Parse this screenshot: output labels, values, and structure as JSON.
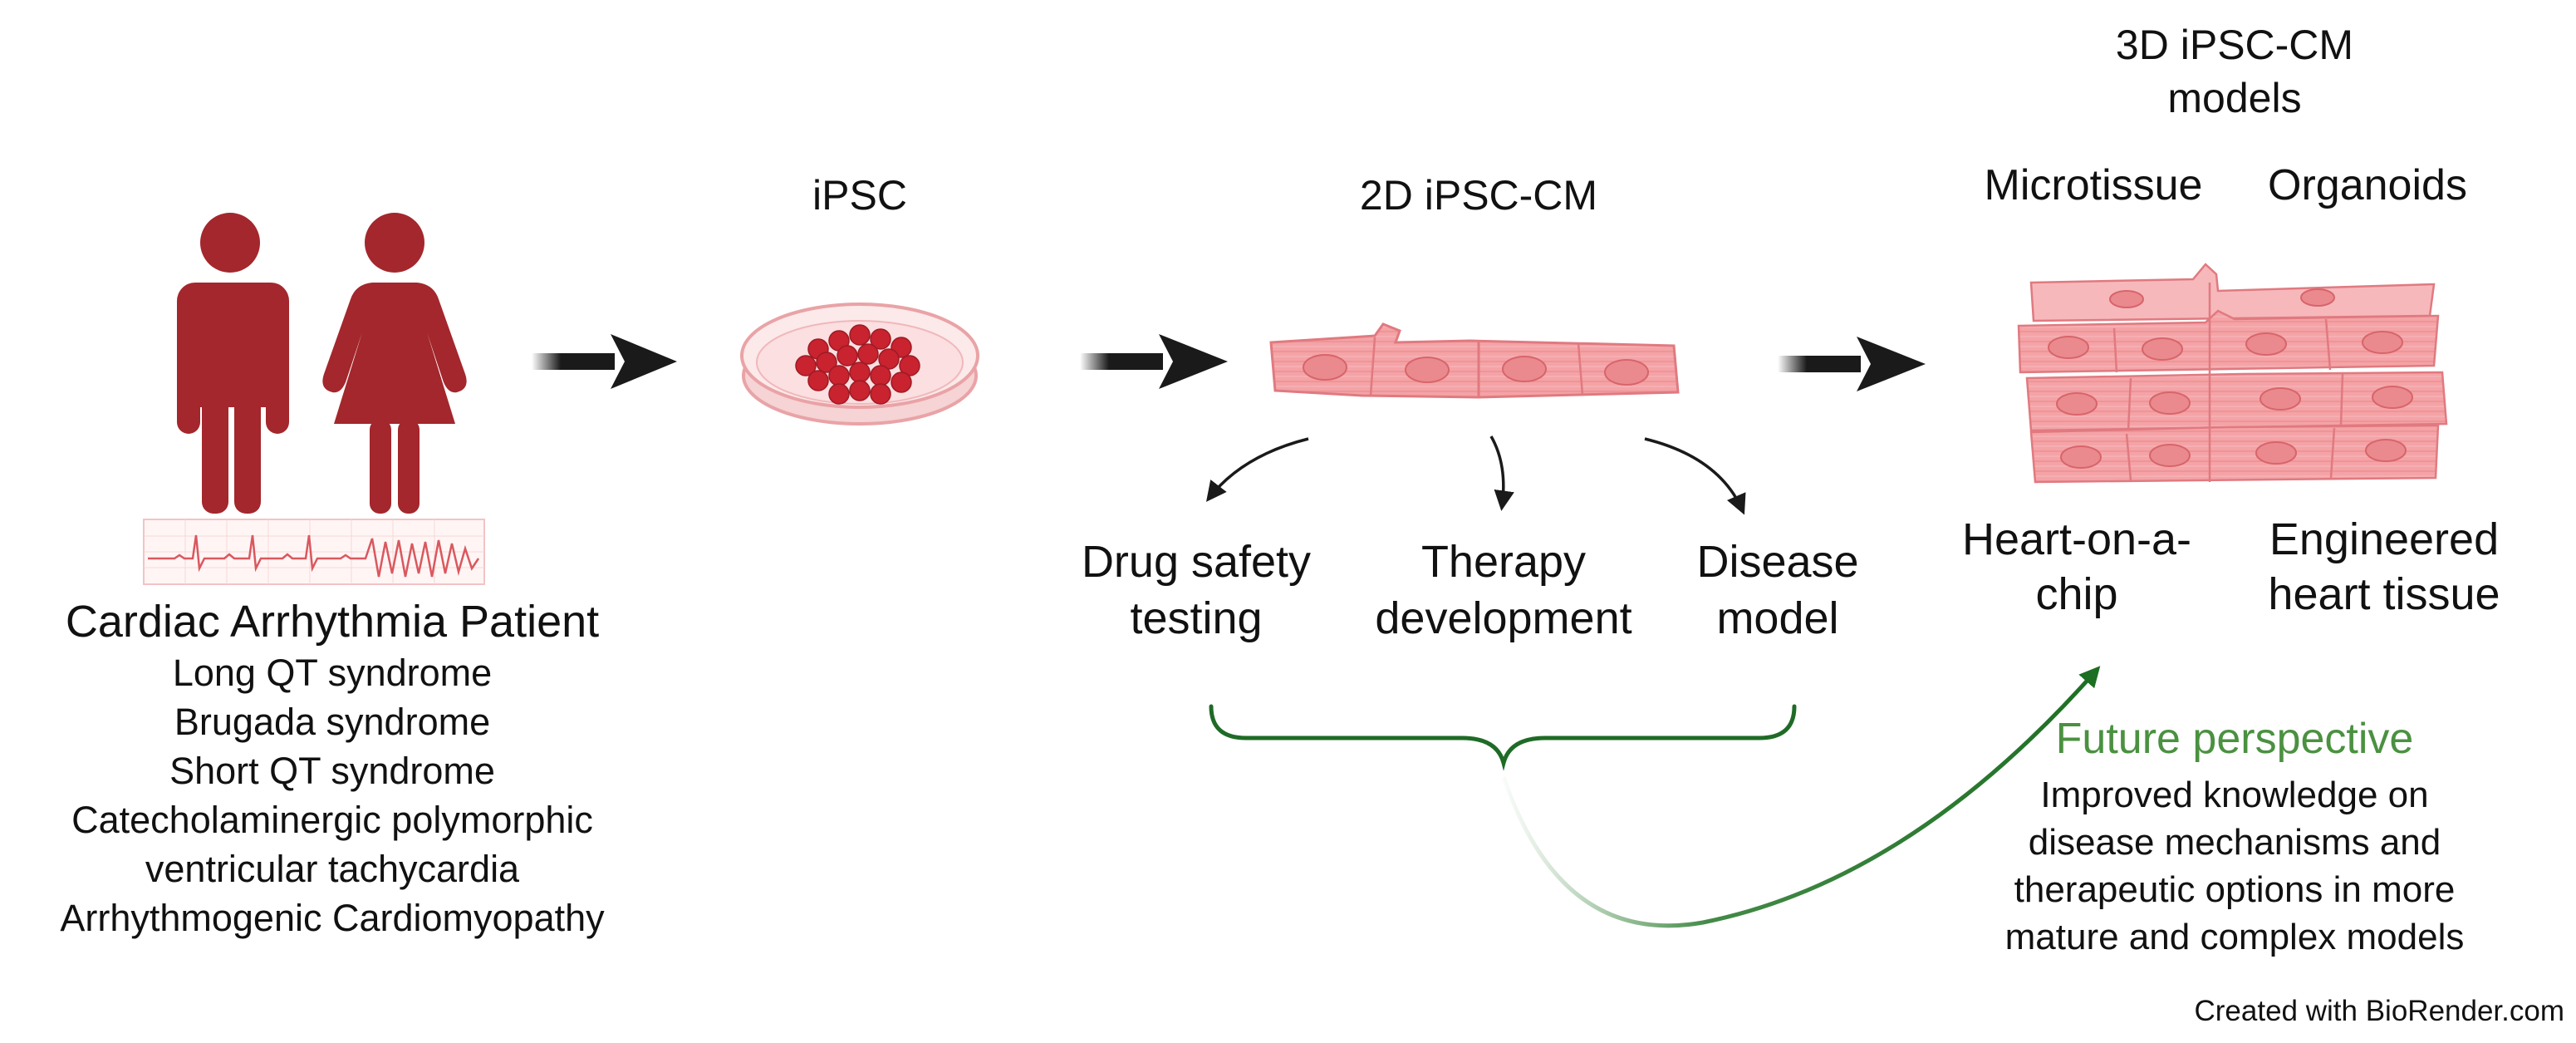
{
  "patient": {
    "title": "Cardiac Arrhythmia Patient",
    "conditions": [
      "Long QT syndrome",
      "Brugada syndrome",
      "Short QT syndrome",
      "Catecholaminergic polymorphic",
      "ventricular tachycardia",
      "Arrhythmogenic Cardiomyopathy"
    ]
  },
  "steps": {
    "ipsc": "iPSC",
    "cm2d": "2D iPSC-CM"
  },
  "applications": {
    "drug": [
      "Drug safety",
      "testing"
    ],
    "therapy": [
      "Therapy",
      "development"
    ],
    "disease": [
      "Disease",
      "model"
    ]
  },
  "models3d": {
    "title": [
      "3D iPSC-CM",
      "models"
    ],
    "microtissue": "Microtissue",
    "organoids": "Organoids",
    "heart_chip": [
      "Heart-on-a-",
      "chip"
    ],
    "engineered": [
      "Engineered",
      "heart tissue"
    ]
  },
  "future": {
    "title": "Future perspective",
    "lines": [
      "Improved knowledge on",
      "disease mechanisms and",
      "therapeutic options in more",
      "mature and complex models"
    ]
  },
  "credit": "Created with BioRender.com",
  "icons": [
    "male-person-icon",
    "female-person-icon",
    "ecg-trace-icon",
    "petri-dish-icon",
    "cardiomyocyte-icon",
    "cardiac-tissue-icon"
  ],
  "colors": {
    "patient": "#a3272c",
    "cell_fill": "#f4a3a6",
    "cell_stroke": "#e07a80",
    "nucleus": "#ea8a8f",
    "ipsc_colony": "#c8232f",
    "arrow": "#1a1a1a",
    "future_green": "#2e7d32",
    "future_text": "#4a9140"
  }
}
